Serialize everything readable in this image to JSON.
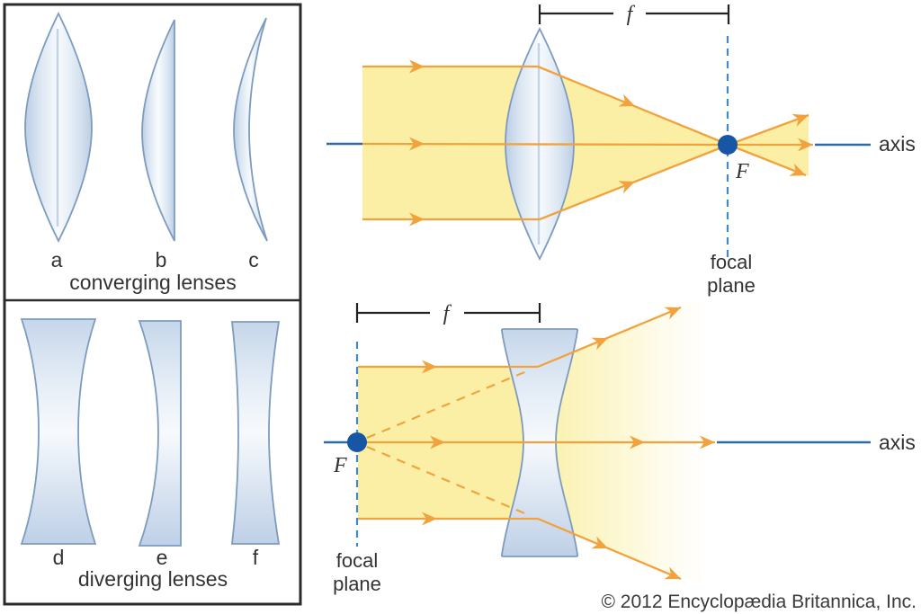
{
  "left_panel": {
    "converging": {
      "caption": "converging lenses",
      "lens_labels": [
        "a",
        "b",
        "c"
      ]
    },
    "diverging": {
      "caption": "diverging lenses",
      "lens_labels": [
        "d",
        "e",
        "f"
      ]
    }
  },
  "converging_diagram": {
    "focal_length_symbol": "f",
    "axis_label": "axis",
    "focal_point_symbol": "F",
    "focal_plane_line1": "focal",
    "focal_plane_line2": "plane"
  },
  "diverging_diagram": {
    "focal_length_symbol": "f",
    "axis_label": "axis",
    "focal_point_symbol": "F",
    "focal_plane_line1": "focal",
    "focal_plane_line2": "plane"
  },
  "footer": {
    "copyright": "© 2012 Encyclopædia Britannica, Inc."
  },
  "colors": {
    "beam_yellow": "#FAEFA4",
    "ray_orange": "#F2A23C",
    "axis_blue": "#2E6CA8",
    "focal_plane_dash_blue": "#4189CC",
    "focal_point_navy": "#1656A5",
    "lens_fill_light": "#D9E5F2",
    "lens_stroke": "#7D9BBE",
    "text_dark": "#333333",
    "bracket_black": "#222222"
  }
}
